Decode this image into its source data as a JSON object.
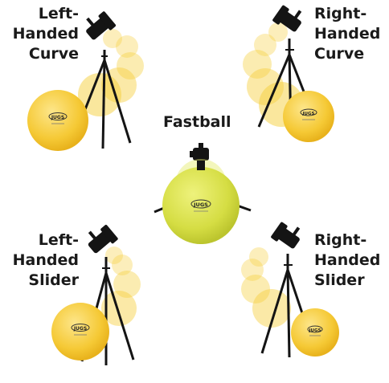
{
  "pitches": {
    "left_curve": {
      "lines": [
        "Left-",
        "Handed",
        "Curve"
      ]
    },
    "right_curve": {
      "lines": [
        "Right-",
        "Handed",
        "Curve"
      ]
    },
    "fastball": {
      "lines": [
        "Fastball"
      ]
    },
    "left_slider": {
      "lines": [
        "Left-",
        "Handed",
        "Slider"
      ]
    },
    "right_slider": {
      "lines": [
        "Right-",
        "Handed",
        "Slider"
      ]
    }
  },
  "ball_brand": "JUGS",
  "colors": {
    "ball_yellow": "#f6cf3c",
    "ball_yellow_light": "#fbe07a",
    "ball_green": "#d8e04a",
    "machine_black": "#141414"
  }
}
